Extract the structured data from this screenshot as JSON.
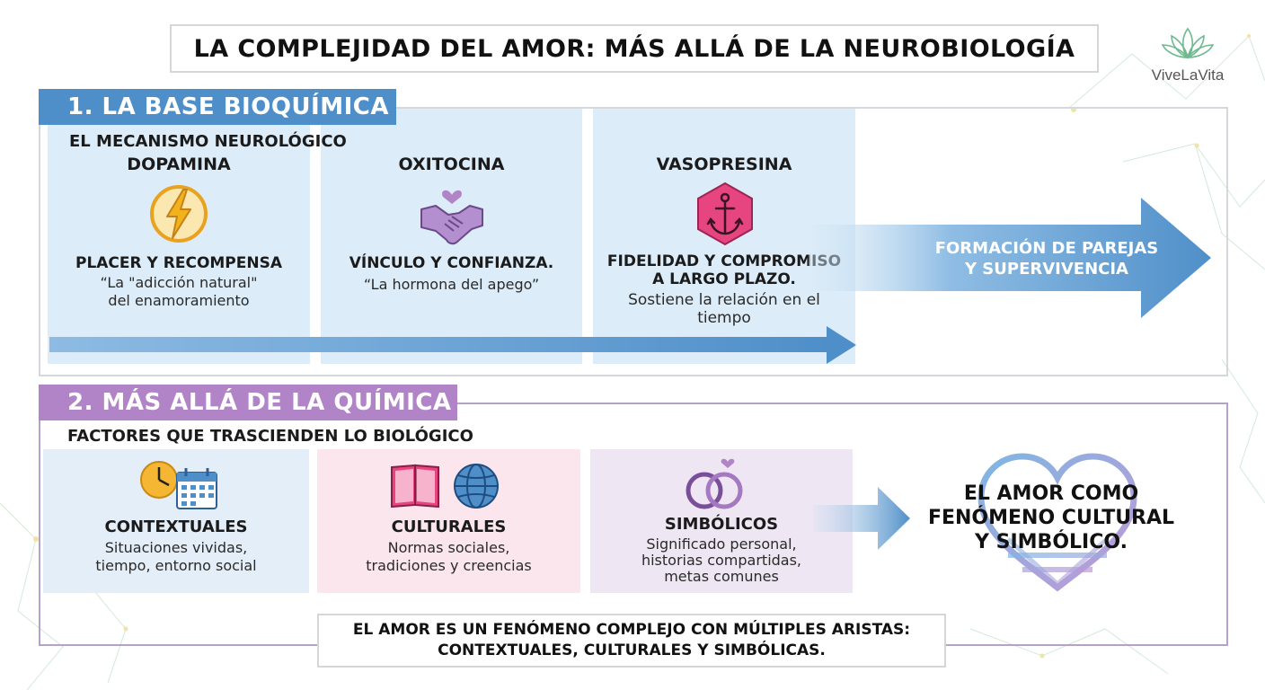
{
  "header": {
    "title": "LA COMPLEJIDAD DEL AMOR: MÁS ALLÁ DE LA NEUROBIOLOGÍA"
  },
  "logo": {
    "text": "ViveLaVita",
    "icon": "lotus-icon"
  },
  "section1": {
    "heading": "1. LA BASE BIOQUÍMICA",
    "subheading": "EL MECANISMO NEUROLÓGICO",
    "cards": [
      {
        "title": "DOPAMINA",
        "icon": "lightning-icon",
        "subtitle": "PLACER Y RECOMPENSA",
        "text": [
          "“La \"adicción natural\"",
          "del enamoramiento"
        ]
      },
      {
        "title": "OXITOCINA",
        "icon": "handshake-heart-icon",
        "subtitle": "VÍNCULO Y CONFIANZA.",
        "text": [
          "“La hormona del apego”"
        ]
      },
      {
        "title": "VASOPRESINA",
        "icon": "anchor-hexagon-icon",
        "subtitle_lines": [
          "FIDELIDAD Y COMPROMISO",
          "A LARGO PLAZO."
        ],
        "text": [
          "Sostiene la relación en el",
          "tiempo"
        ]
      }
    ],
    "arrow_label": [
      "FORMACIÓN DE PAREJAS",
      "Y SUPERVIVENCIA"
    ],
    "colors": {
      "accent": "#4f8fc9",
      "card": "#dcecf8"
    }
  },
  "section2": {
    "heading": "2. MÁS ALLÁ DE LA QUÍMICA",
    "subheading": "FACTORES QUE TRASCIENDEN LO BIOLÓGICO",
    "cards": [
      {
        "title": "CONTEXTUALES",
        "icon": "clock-calendar-icon",
        "text": [
          "Situaciones vividas,",
          "tiempo, entorno social"
        ]
      },
      {
        "title": "CULTURALES",
        "icon": "book-globe-icon",
        "text": [
          "Normas sociales,",
          "tradiciones y creencias"
        ]
      },
      {
        "title": "SIMBÓLICOS",
        "icon": "rings-icon",
        "text": [
          "Significado personal,",
          "historias compartidas,",
          "metas comunes"
        ]
      }
    ],
    "conclusion": [
      "EL AMOR COMO",
      "FENÓMENO CULTURAL",
      "Y SIMBÓLICO."
    ],
    "colors": {
      "accent": "#b184c8"
    }
  },
  "summary": [
    "EL AMOR ES UN FENÓMENO COMPLEJO CON MÚLTIPLES ARISTAS:",
    "CONTEXTUALES, CULTURALES Y SIMBÓLICAS."
  ]
}
